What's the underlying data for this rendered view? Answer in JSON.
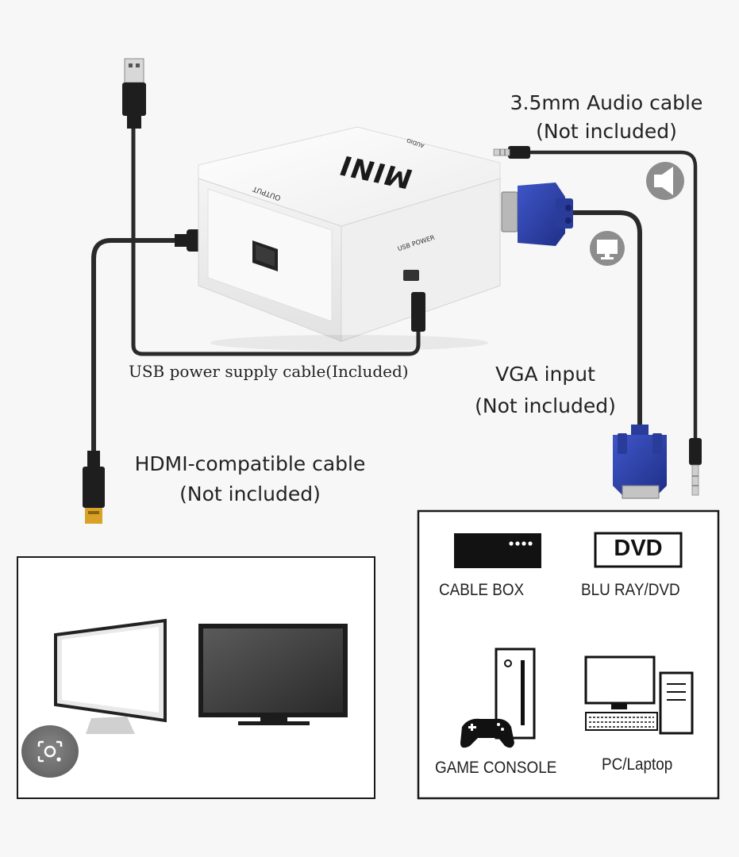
{
  "device": {
    "brand_text": "MINI",
    "output_port_label": "OUTPUT",
    "usb_port_label": "USB POWER",
    "audio_port_label": "AUDIO"
  },
  "labels": {
    "audio_cable": {
      "line1": "3.5mm Audio cable",
      "line2": "(Not included)"
    },
    "usb_cable": "USB power supply cable(Included)",
    "vga_input": {
      "line1": "VGA input",
      "line2": "(Not included)"
    },
    "hdmi_cable": {
      "line1": "HDMI-compatible cable",
      "line2": "(Not included)"
    }
  },
  "sources_panel": {
    "items": [
      {
        "label": "CABLE BOX",
        "icon": "cable-box-icon"
      },
      {
        "label": "BLU RAY/DVD",
        "icon": "dvd-icon",
        "badge": "DVD"
      },
      {
        "label": "GAME CONSOLE",
        "icon": "game-console-icon"
      },
      {
        "label": "PC/Laptop",
        "icon": "pc-laptop-icon"
      }
    ]
  },
  "displays_panel": {
    "items": [
      {
        "icon": "monitor-icon"
      },
      {
        "icon": "tv-icon"
      }
    ]
  },
  "overlay": {
    "icon": "google-lens-icon"
  },
  "colors": {
    "cable": "#2a2a2a",
    "vga_blue": "#2c3fa0",
    "hdmi_gold": "#d9a227",
    "device_white": "#ffffff",
    "panel_border": "#1a1a1a"
  }
}
